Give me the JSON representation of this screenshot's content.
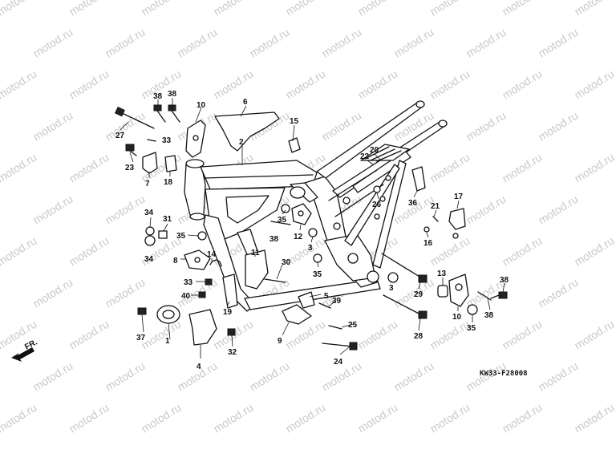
{
  "watermark": "motod.ru",
  "diagram_code": "KW33-F28008",
  "direction_label": "FR.",
  "parts": [
    {
      "id": "p1",
      "label": "1"
    },
    {
      "id": "p2",
      "label": "2"
    },
    {
      "id": "p3a",
      "label": "3"
    },
    {
      "id": "p3b",
      "label": "3"
    },
    {
      "id": "p4",
      "label": "4"
    },
    {
      "id": "p5",
      "label": "5"
    },
    {
      "id": "p6",
      "label": "6"
    },
    {
      "id": "p7",
      "label": "7"
    },
    {
      "id": "p8",
      "label": "8"
    },
    {
      "id": "p9",
      "label": "9"
    },
    {
      "id": "p10a",
      "label": "10"
    },
    {
      "id": "p10b",
      "label": "10"
    },
    {
      "id": "p11",
      "label": "11"
    },
    {
      "id": "p12",
      "label": "12"
    },
    {
      "id": "p13",
      "label": "13"
    },
    {
      "id": "p14",
      "label": "14"
    },
    {
      "id": "p15",
      "label": "15"
    },
    {
      "id": "p16",
      "label": "16"
    },
    {
      "id": "p17",
      "label": "17"
    },
    {
      "id": "p18",
      "label": "18"
    },
    {
      "id": "p19",
      "label": "19"
    },
    {
      "id": "p20",
      "label": "20"
    },
    {
      "id": "p21",
      "label": "21"
    },
    {
      "id": "p22",
      "label": "22"
    },
    {
      "id": "p23",
      "label": "23"
    },
    {
      "id": "p24",
      "label": "24"
    },
    {
      "id": "p25",
      "label": "25"
    },
    {
      "id": "p26",
      "label": "26"
    },
    {
      "id": "p27",
      "label": "27"
    },
    {
      "id": "p28",
      "label": "28"
    },
    {
      "id": "p29",
      "label": "29"
    },
    {
      "id": "p30",
      "label": "30"
    },
    {
      "id": "p31",
      "label": "31"
    },
    {
      "id": "p32",
      "label": "32"
    },
    {
      "id": "p33a",
      "label": "33"
    },
    {
      "id": "p33b",
      "label": "33"
    },
    {
      "id": "p34a",
      "label": "34"
    },
    {
      "id": "p34b",
      "label": "34"
    },
    {
      "id": "p35a",
      "label": "35"
    },
    {
      "id": "p35b",
      "label": "35"
    },
    {
      "id": "p35c",
      "label": "35"
    },
    {
      "id": "p35d",
      "label": "35"
    },
    {
      "id": "p36",
      "label": "36"
    },
    {
      "id": "p37",
      "label": "37"
    },
    {
      "id": "p38a",
      "label": "38"
    },
    {
      "id": "p38b",
      "label": "38"
    },
    {
      "id": "p38c",
      "label": "38"
    },
    {
      "id": "p38d",
      "label": "38"
    },
    {
      "id": "p38e",
      "label": "38"
    },
    {
      "id": "p39",
      "label": "39"
    },
    {
      "id": "p40",
      "label": "40"
    }
  ]
}
